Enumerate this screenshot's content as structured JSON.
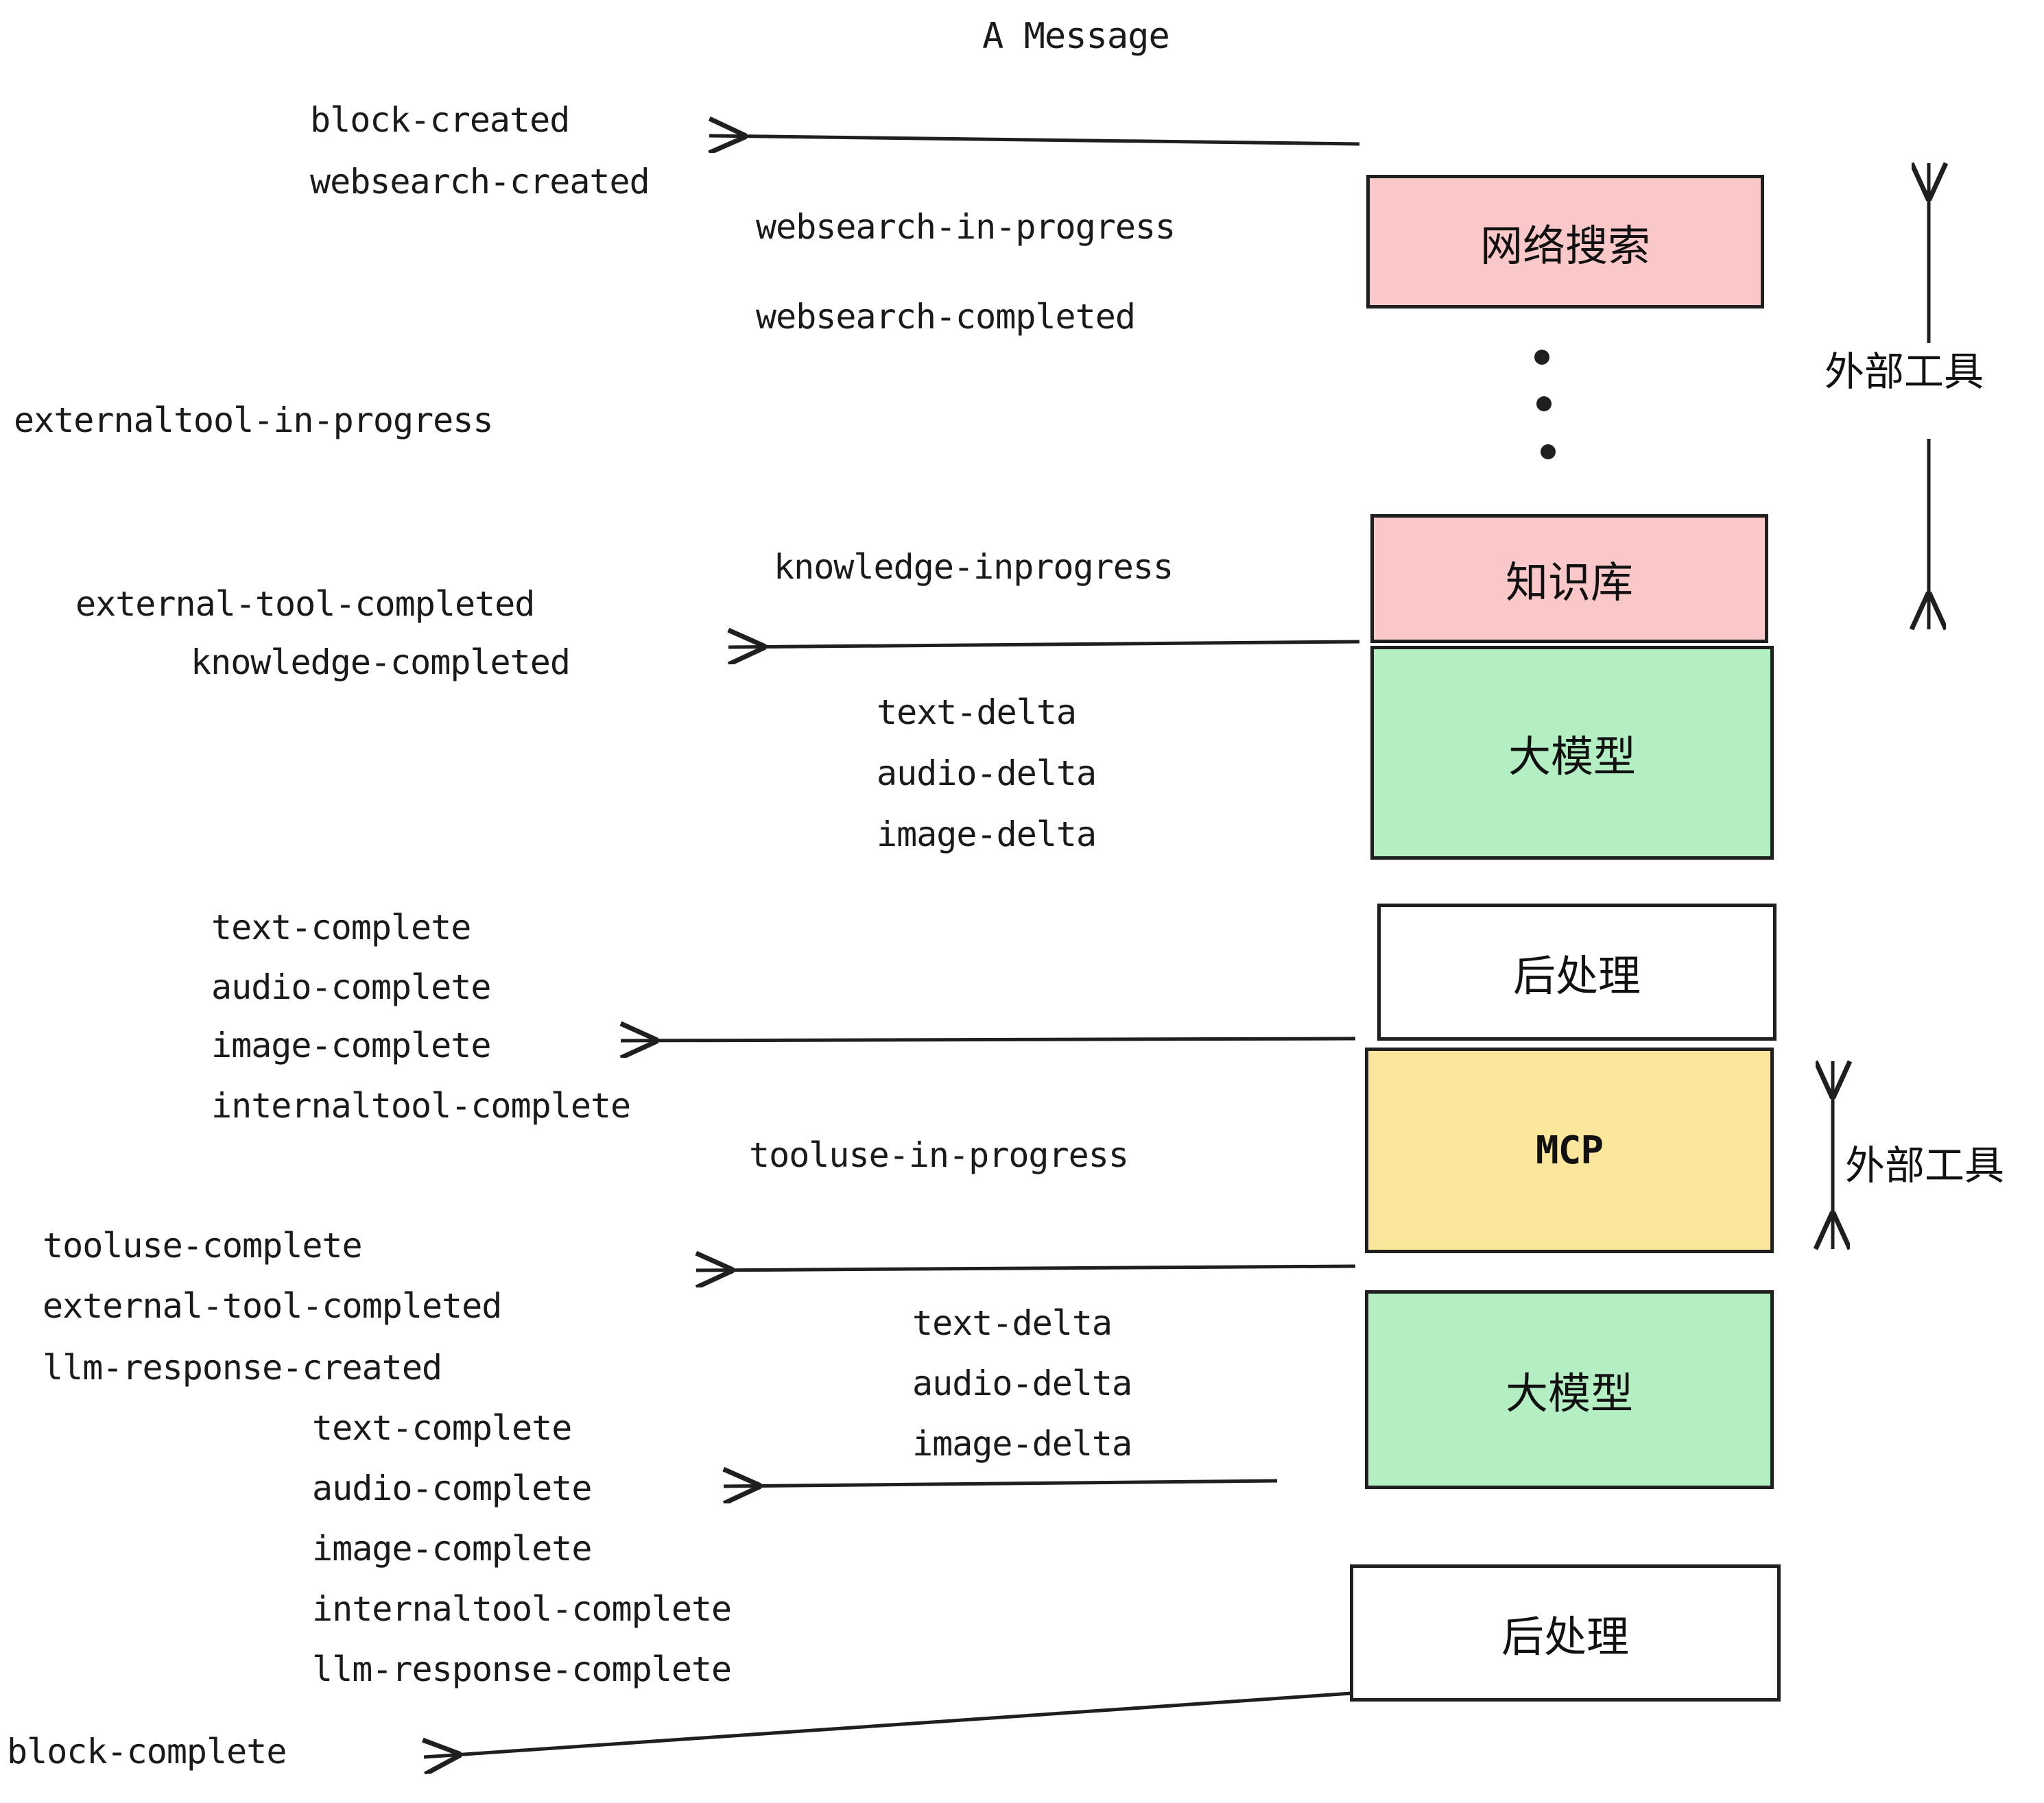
{
  "diagram": {
    "title": "A Message",
    "colors": {
      "pink": "#fac8c8",
      "green": "#b4eec3",
      "yellow": "#fae79b",
      "white": "#ffffff",
      "stroke": "#1f1f1f",
      "text": "#1a1a1a"
    },
    "boxes": [
      {
        "id": "websearch",
        "label": "网络搜索",
        "fill": "#fac8c8"
      },
      {
        "id": "knowledge",
        "label": "知识库",
        "fill": "#fac8c8"
      },
      {
        "id": "llm-1",
        "label": "大模型",
        "fill": "#b4eec3"
      },
      {
        "id": "postproc-1",
        "label": "后处理",
        "fill": "#ffffff"
      },
      {
        "id": "mcp",
        "label": "MCP",
        "fill": "#fae79b"
      },
      {
        "id": "llm-2",
        "label": "大模型",
        "fill": "#b4eec3"
      },
      {
        "id": "postproc-2",
        "label": "后处理",
        "fill": "#ffffff"
      }
    ],
    "side_labels": [
      {
        "id": "external-tools-top",
        "label": "外部工具"
      },
      {
        "id": "external-tools-bottom",
        "label": "外部工具"
      }
    ],
    "events": [
      {
        "id": "block-created",
        "label": "block-created"
      },
      {
        "id": "websearch-created",
        "label": "websearch-created"
      },
      {
        "id": "websearch-in-progress",
        "label": "websearch-in-progress"
      },
      {
        "id": "websearch-completed",
        "label": "websearch-completed"
      },
      {
        "id": "externaltool-in-progress",
        "label": "externaltool-in-progress"
      },
      {
        "id": "knowledge-inprogress",
        "label": "knowledge-inprogress"
      },
      {
        "id": "external-tool-completed-1",
        "label": "external-tool-completed"
      },
      {
        "id": "knowledge-completed",
        "label": "knowledge-completed"
      },
      {
        "id": "text-delta-1",
        "label": "text-delta"
      },
      {
        "id": "audio-delta-1",
        "label": "audio-delta"
      },
      {
        "id": "image-delta-1",
        "label": "image-delta"
      },
      {
        "id": "text-complete-1",
        "label": "text-complete"
      },
      {
        "id": "audio-complete-1",
        "label": "audio-complete"
      },
      {
        "id": "image-complete-1",
        "label": "image-complete"
      },
      {
        "id": "internaltool-complete-1",
        "label": "internaltool-complete"
      },
      {
        "id": "tooluse-in-progress",
        "label": "tooluse-in-progress"
      },
      {
        "id": "tooluse-complete",
        "label": "tooluse-complete"
      },
      {
        "id": "external-tool-completed-2",
        "label": "external-tool-completed"
      },
      {
        "id": "llm-response-created",
        "label": "llm-response-created"
      },
      {
        "id": "text-delta-2",
        "label": "text-delta"
      },
      {
        "id": "audio-delta-2",
        "label": "audio-delta"
      },
      {
        "id": "image-delta-2",
        "label": "image-delta"
      },
      {
        "id": "text-complete-2",
        "label": "text-complete"
      },
      {
        "id": "audio-complete-2",
        "label": "audio-complete"
      },
      {
        "id": "image-complete-2",
        "label": "image-complete"
      },
      {
        "id": "internaltool-complete-2",
        "label": "internaltool-complete"
      },
      {
        "id": "llm-response-complete",
        "label": "llm-response-complete"
      },
      {
        "id": "block-complete",
        "label": "block-complete"
      }
    ]
  }
}
